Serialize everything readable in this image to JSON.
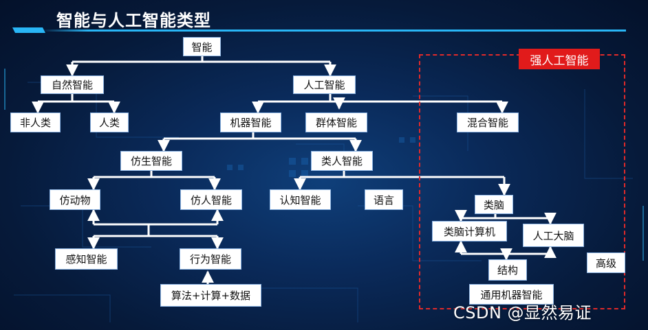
{
  "title": "智能与人工智能类型",
  "strong_ai_label": "强人工智能",
  "watermark": "CSDN @显然易证",
  "nodes": {
    "zhineng": "智能",
    "ziran_zhineng": "自然智能",
    "rengong_zhineng": "人工智能",
    "feirenlei": "非人类",
    "renlei": "人类",
    "jiqi_zhineng": "机器智能",
    "qunti_zhineng": "群体智能",
    "hunhe_zhineng": "混合智能",
    "fangsheng_zhineng": "仿生智能",
    "leiren_zhineng": "类人智能",
    "fangdongwu": "仿动物",
    "fangren_zhineng": "仿人智能",
    "renzhi_zhineng": "认知智能",
    "yuyan": "语言",
    "leinao": "类脑",
    "leinao_jisuanji": "类脑计算机",
    "rengong_danao": "人工大脑",
    "ganzhi_zhineng": "感知智能",
    "xingwei_zhineng": "行为智能",
    "jiegou": "结构",
    "gaoji": "高级",
    "suanfa_jisuan_shuju": "算法+计算+数据",
    "tongyong_jiqi_zhineng": "通用机器智能"
  },
  "colors": {
    "background": "#0a2a5a",
    "accent": "#29b6f6",
    "strong_ai": "#e11b1b",
    "node_bg": "#ffffff"
  }
}
